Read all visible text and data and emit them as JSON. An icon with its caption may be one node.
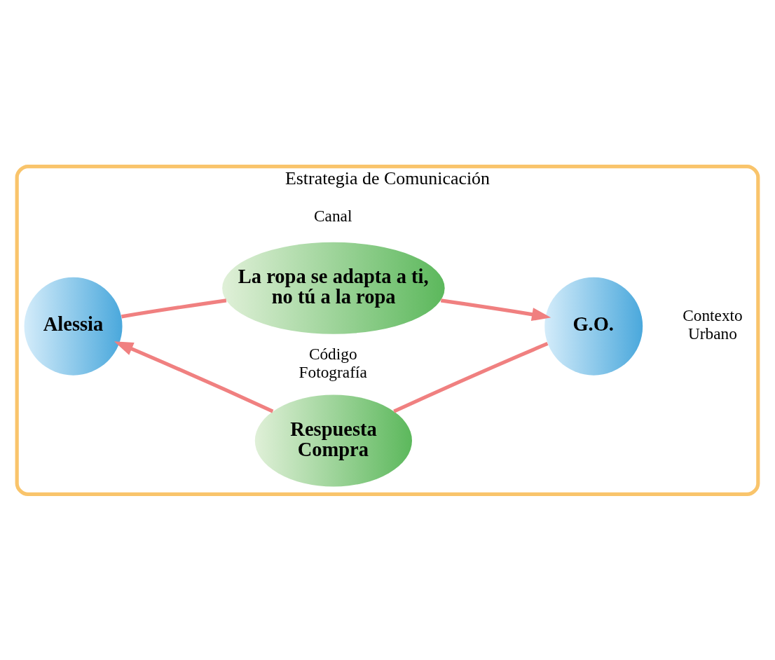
{
  "diagram": {
    "nodes": [
      {
        "text": [
          "Estrategia de Comunicación"
        ]
      },
      {
        "text": [
          "La ropa se adapta a ti, no tú a la ropa"
        ],
        "in": 0,
        "beside": [
          "Canal",
          "Código Fotografía"
        ]
      },
      {
        "text": [
          "Alessia"
        ],
        "in": 0
      },
      {
        "text": [
          "G.O."
        ],
        "in": 0,
        "beside": [
          "Contexto Urbano"
        ]
      },
      {
        "text": [
          "Respuesta Compra"
        ],
        "in": 0
      }
    ],
    "edges": [
      {
        "from": 2,
        "to": 1,
        "arrow": "none"
      },
      {
        "from": 1,
        "to": 3,
        "arrow": "to"
      },
      {
        "from": 3,
        "to": 4,
        "arrow": "none"
      },
      {
        "from": 4,
        "to": 2,
        "arrow": "to"
      }
    ]
  }
}
